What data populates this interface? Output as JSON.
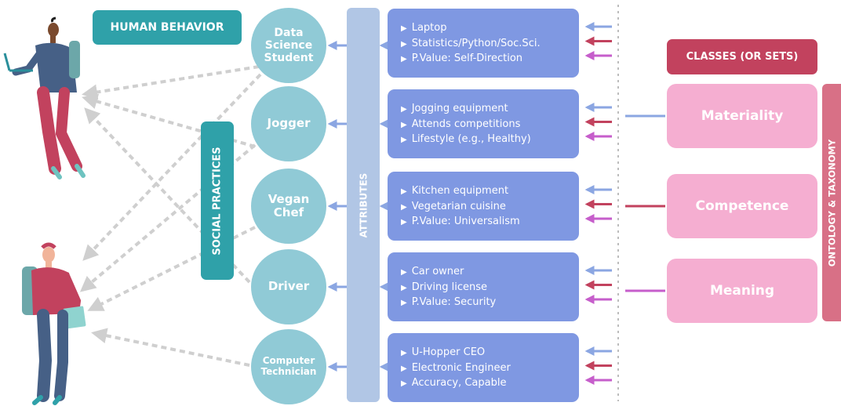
{
  "labels": {
    "human_behavior": "HUMAN BEHAVIOR",
    "classes": "CLASSES (OR SETS)",
    "social_practices": "SOCIAL PRACTICES",
    "attributes": "ATTRIBUTES",
    "ontology": "ONTOLOGY & TAXONOMY"
  },
  "practices": [
    {
      "lines": [
        "Data",
        "Science",
        "Student"
      ]
    },
    {
      "lines": [
        "Jogger"
      ]
    },
    {
      "lines": [
        "Vegan",
        "Chef"
      ]
    },
    {
      "lines": [
        "Driver"
      ]
    },
    {
      "lines": [
        "Computer",
        "Technician"
      ]
    }
  ],
  "attribute_boxes": [
    {
      "items": [
        "Laptop",
        "Statistics/Python/Soc.Sci.",
        "P.Value: Self-Direction"
      ]
    },
    {
      "items": [
        "Jogging equipment",
        "Attends competitions",
        "Lifestyle (e.g., Healthy)"
      ]
    },
    {
      "items": [
        "Kitchen equipment",
        "Vegetarian cuisine",
        "P.Value: Universalism"
      ]
    },
    {
      "items": [
        "Car owner",
        "Driving license",
        "P.Value: Security"
      ]
    },
    {
      "items": [
        "U-Hopper CEO",
        "Electronic Engineer",
        "Accuracy, Capable"
      ]
    }
  ],
  "classes": [
    {
      "label": "Materiality",
      "color": "#8ba6e2"
    },
    {
      "label": "Competence",
      "color": "#c2425e"
    },
    {
      "label": "Meaning",
      "color": "#c65ecb"
    }
  ],
  "colors": {
    "teal": "#2fa1a9",
    "circle": "#90cad6",
    "attribute_box": "#7f98e2",
    "attributes_bar": "#b1c6e5",
    "class_box": "#f5aed1",
    "classes_header": "#c2425e",
    "ontology_bar": "#d87086",
    "arrow_blue": "#8ba6e2",
    "arrow_red": "#c2425e",
    "arrow_purple": "#c65ecb",
    "dashed_gray": "#cfcfcf"
  }
}
